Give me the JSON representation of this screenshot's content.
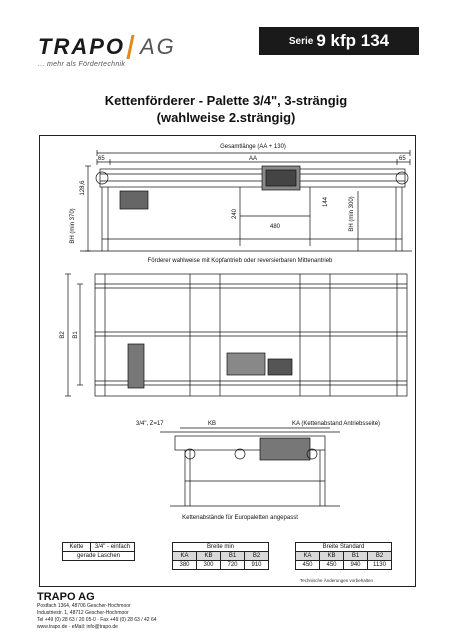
{
  "brand": {
    "logo_word": "TRAPO",
    "logo_suffix": "AG",
    "tagline": "... mehr als Fördertechnik"
  },
  "series": {
    "label": "Serie",
    "number": "9 kfp 134"
  },
  "title": {
    "line1": "Kettenförderer - Palette 3/4\", 3-strängig",
    "line2": "(wahlweise 2.strängig)"
  },
  "drawing": {
    "dim_total": "Gesamtlänge (AA + 130)",
    "dim_aa": "AA",
    "dim_65_left": "65",
    "dim_65_right": "65",
    "dim_128_6": "128,6",
    "dim_bh_left": "BH (min 370)",
    "dim_240": "240",
    "dim_480": "480",
    "dim_144": "144",
    "dim_bh_right": "BH (min 300)",
    "caption_drive": "Förderer wahlweise mit Kopfantrieb oder reversierbaren Mittenantrieb",
    "dim_b1": "B1",
    "dim_b2": "B2",
    "label_chain": "3/4\", Z=17",
    "label_kb": "KB",
    "label_ka": "KA (Kettenabstand Antriebsseite)",
    "caption_spacing": "Kettenabstände für Europaletten angepasst"
  },
  "chain_table": {
    "rows": [
      [
        "Kette",
        "3/4\" - einfach"
      ],
      [
        "gerade Laschen",
        ""
      ]
    ]
  },
  "breite_min": {
    "title": "Breite min",
    "headers": [
      "KA",
      "KB",
      "B1",
      "B2"
    ],
    "values": [
      "380",
      "300",
      "720",
      "910"
    ]
  },
  "breite_standard": {
    "title": "Breite Standard",
    "headers": [
      "KA",
      "KB",
      "B1",
      "B2"
    ],
    "values": [
      "450",
      "450",
      "940",
      "1130"
    ]
  },
  "note": "Technische Änderungen vorbehalten",
  "footer": {
    "name": "TRAPO AG",
    "lines": [
      "Postfach 1364, 48706 Gescher-Hochmoor",
      "Industriestr. 1, 48712 Gescher-Hochmoor",
      "Tel +49 (0) 28 63 / 20 05-0 · Fax +49 (0) 28 63 / 42 64",
      "www.trapo.de · eMail: info@trapo.de"
    ]
  },
  "colors": {
    "accent": "#e08a1e",
    "series_bg": "#1a1a1a",
    "header_fill": "#d9d9d9"
  }
}
